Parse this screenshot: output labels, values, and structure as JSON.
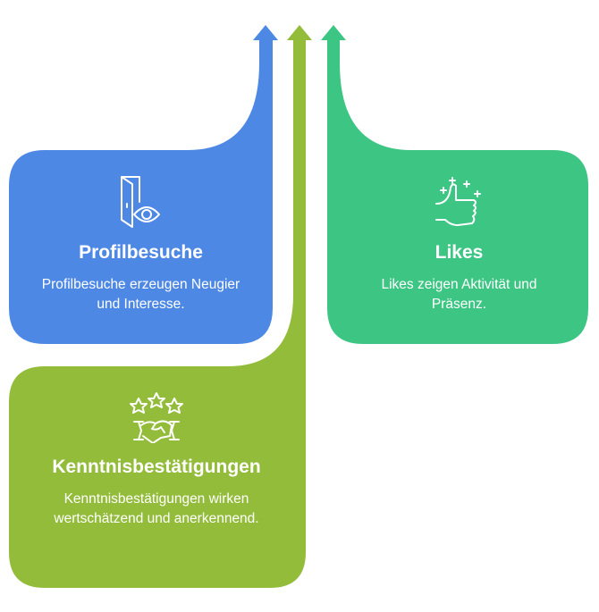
{
  "colors": {
    "profilbesuche": "#4E88E5",
    "kenntnis": "#93BC3A",
    "likes": "#3DC583"
  },
  "items": [
    {
      "title": "Profilbesuche",
      "desc": "Profilbesuche erzeugen Neugier und Interesse.",
      "icon": "door-eye-icon"
    },
    {
      "title": "Likes",
      "desc": "Likes zeigen Aktivität und Präsenz.",
      "icon": "thumbs-up-icon"
    },
    {
      "title": "Kenntnisbestätigungen",
      "desc": "Kenntnisbestätigungen wirken wertschätzend und anerkennend.",
      "icon": "stars-handshake-icon"
    }
  ]
}
